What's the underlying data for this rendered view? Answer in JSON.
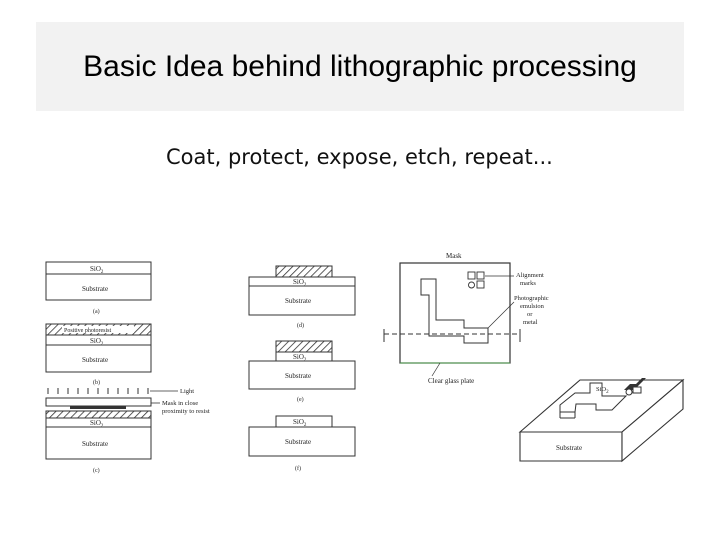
{
  "slide": {
    "title": "Basic Idea behind lithographic processing",
    "subtitle": "Coat, protect, expose, etch, repeat..."
  },
  "figure": {
    "labels": {
      "sio2": "SiO",
      "sio2_sub": "2",
      "substrate": "Substrate",
      "positive_photoresist": "Positive photoresist",
      "light": "Light",
      "mask_line1": "Mask in close",
      "mask_line2": "proximity to resist",
      "mask_title": "Mask",
      "alignment_line1": "Alignment",
      "alignment_line2": "marks",
      "photo_line1": "Photographic",
      "photo_line2": "emulsion",
      "photo_line3": "or",
      "photo_line4": "metal",
      "clear_glass": "Clear glass plate"
    },
    "step_labels": [
      "(a)",
      "(b)",
      "(c)",
      "(d)",
      "(e)",
      "(f)"
    ]
  },
  "colors": {
    "title_band": "#f2f2f2",
    "stroke": "#333333",
    "green_accent": "#4a9a4a",
    "pink_accent": "#b0407a"
  }
}
